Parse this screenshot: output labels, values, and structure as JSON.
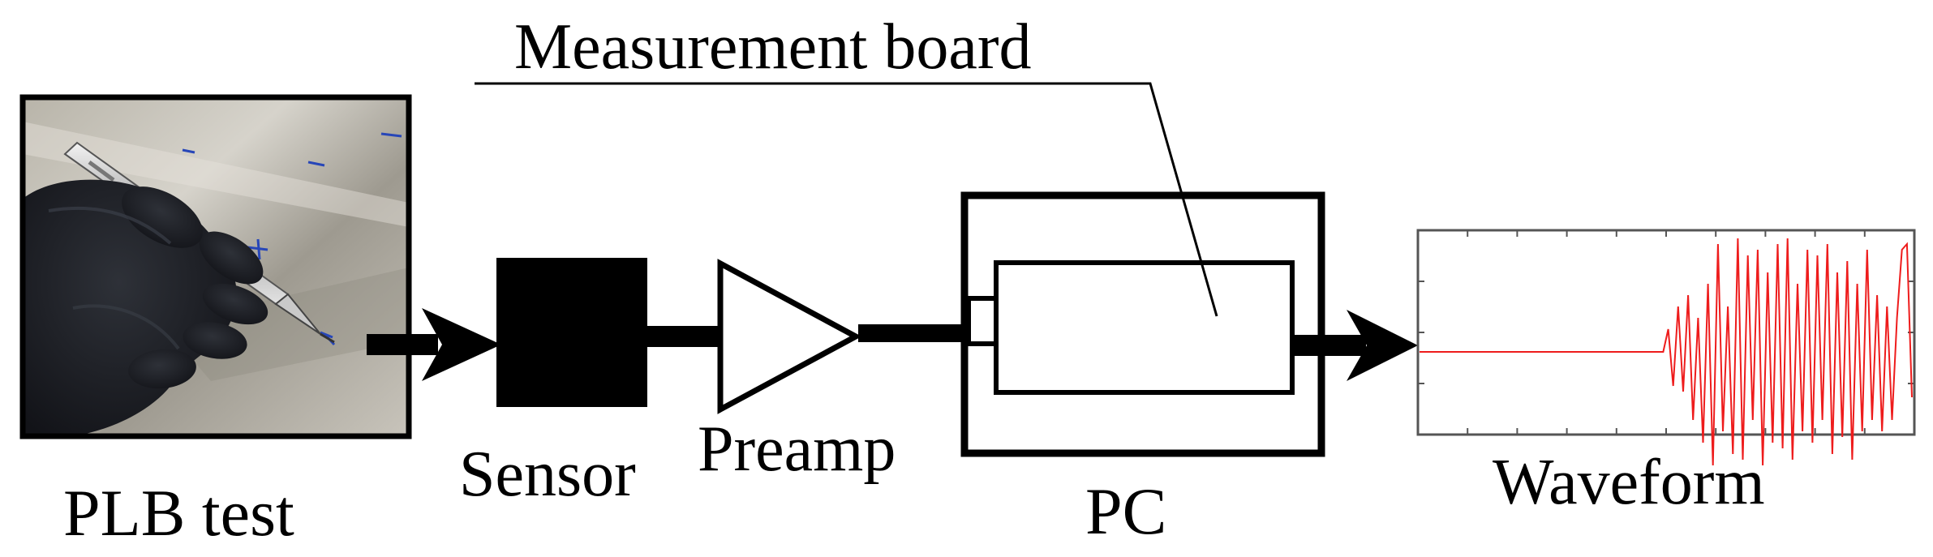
{
  "labels": {
    "plb_test": "PLB test",
    "sensor": "Sensor",
    "preamp": "Preamp",
    "pc": "PC",
    "waveform": "Waveform",
    "measurement_board": "Measurement board"
  },
  "colors": {
    "line": "#000000",
    "waveform": "#ee1c1c",
    "background": "#ffffff"
  },
  "photo": {
    "subject": "gloved hand holding mechanical pencil on metal plate"
  },
  "waveform_plot": {
    "baseline": 0.0,
    "samples": [
      0.0,
      0.0,
      0.0,
      0.0,
      0.0,
      0.0,
      0.0,
      0.0,
      0.0,
      0.0,
      0.0,
      0.0,
      0.0,
      0.0,
      0.0,
      0.0,
      0.0,
      0.0,
      0.0,
      0.0,
      0.0,
      0.0,
      0.0,
      0.0,
      0.0,
      0.0,
      0.0,
      0.0,
      0.0,
      0.0,
      0.0,
      0.0,
      0.0,
      0.0,
      0.0,
      0.0,
      0.0,
      0.0,
      0.0,
      0.0,
      0.0,
      0.0,
      0.0,
      0.0,
      0.0,
      0.0,
      0.0,
      0.0,
      0.0,
      0.0,
      0.2,
      -0.3,
      0.4,
      -0.35,
      0.5,
      -0.6,
      0.3,
      -0.8,
      0.6,
      -1.0,
      0.95,
      -0.7,
      0.4,
      -0.9,
      1.0,
      -0.95,
      0.85,
      -0.6,
      0.9,
      -1.0,
      0.7,
      -0.8,
      0.95,
      -0.85,
      1.0,
      -0.95,
      0.6,
      -0.7,
      0.9,
      -0.8,
      0.85,
      -0.6,
      0.95,
      -0.9,
      0.7,
      -0.75,
      0.8,
      -0.95,
      0.6,
      -0.7,
      0.9,
      -0.6,
      0.5,
      -0.7,
      0.4,
      -0.6,
      0.3,
      0.9,
      0.95,
      -0.4
    ]
  }
}
